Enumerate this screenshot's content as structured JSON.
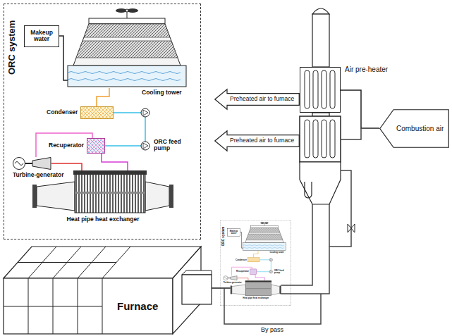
{
  "diagram": {
    "nodes": [
      {
        "text": [
          "ORC system"
        ]
      },
      {
        "text": [
          "Makeup water"
        ],
        "in": 0
      },
      {
        "text": [
          "Cooling tower"
        ],
        "in": 0
      },
      {
        "text": [
          "Condenser"
        ],
        "in": 0
      },
      {
        "text": [
          "Recuperator"
        ],
        "in": 0
      },
      {
        "text": [
          "Turbine-generator"
        ],
        "in": 0
      },
      {
        "text": [
          "Heat pipe heat exchanger"
        ],
        "in": 0
      },
      {
        "text": [
          "Preheated air to furnace"
        ]
      },
      {
        "text": [
          "Air pre-heater"
        ]
      },
      {
        "text": [
          "Preheated air to furnace"
        ]
      },
      {
        "text": [
          "Combustion air"
        ]
      },
      {
        "text": [
          "Furnace"
        ]
      },
      {
        "text": [
          "ORC system"
        ]
      },
      {
        "text": [
          "Makeup water"
        ],
        "in": 12
      },
      {
        "text": [
          "Cooling tower"
        ],
        "in": 12
      },
      {
        "text": [
          "Condenser"
        ],
        "in": 12
      },
      {
        "text": [
          "Recuperator"
        ],
        "in": 12
      },
      {
        "text": [
          "Turbine-generator"
        ],
        "in": 12
      },
      {
        "text": [
          "Heat pipe heat exchanger"
        ],
        "in": 12
      }
    ],
    "edges": [
      {
        "from": 1,
        "to": 2,
        "arrow": "none"
      },
      {
        "from": 2,
        "to": 3,
        "arrow": "none"
      },
      {
        "from": 3,
        "to": 4,
        "arrow": "none"
      },
      {
        "from": 4,
        "to": 6,
        "arrow": "none"
      },
      {
        "from": 6,
        "to": 5,
        "arrow": "none"
      },
      {
        "from": 5,
        "to": 4,
        "arrow": "none"
      },
      {
        "from": 10,
        "to": 8,
        "arrow": "none"
      },
      {
        "from": 11,
        "to": 18,
        "arrow": "none"
      },
      {
        "from": 13,
        "to": 14,
        "arrow": "none"
      },
      {
        "from": 14,
        "to": 15,
        "arrow": "none"
      },
      {
        "from": 15,
        "to": 16,
        "arrow": "none"
      },
      {
        "from": 16,
        "to": 18,
        "arrow": "none"
      },
      {
        "from": 18,
        "to": 17,
        "arrow": "none"
      },
      {
        "from": 17,
        "to": 16,
        "arrow": "none"
      }
    ],
    "labels": [
      "ORC feed pump",
      "ORC feed pump",
      "By pass"
    ]
  }
}
